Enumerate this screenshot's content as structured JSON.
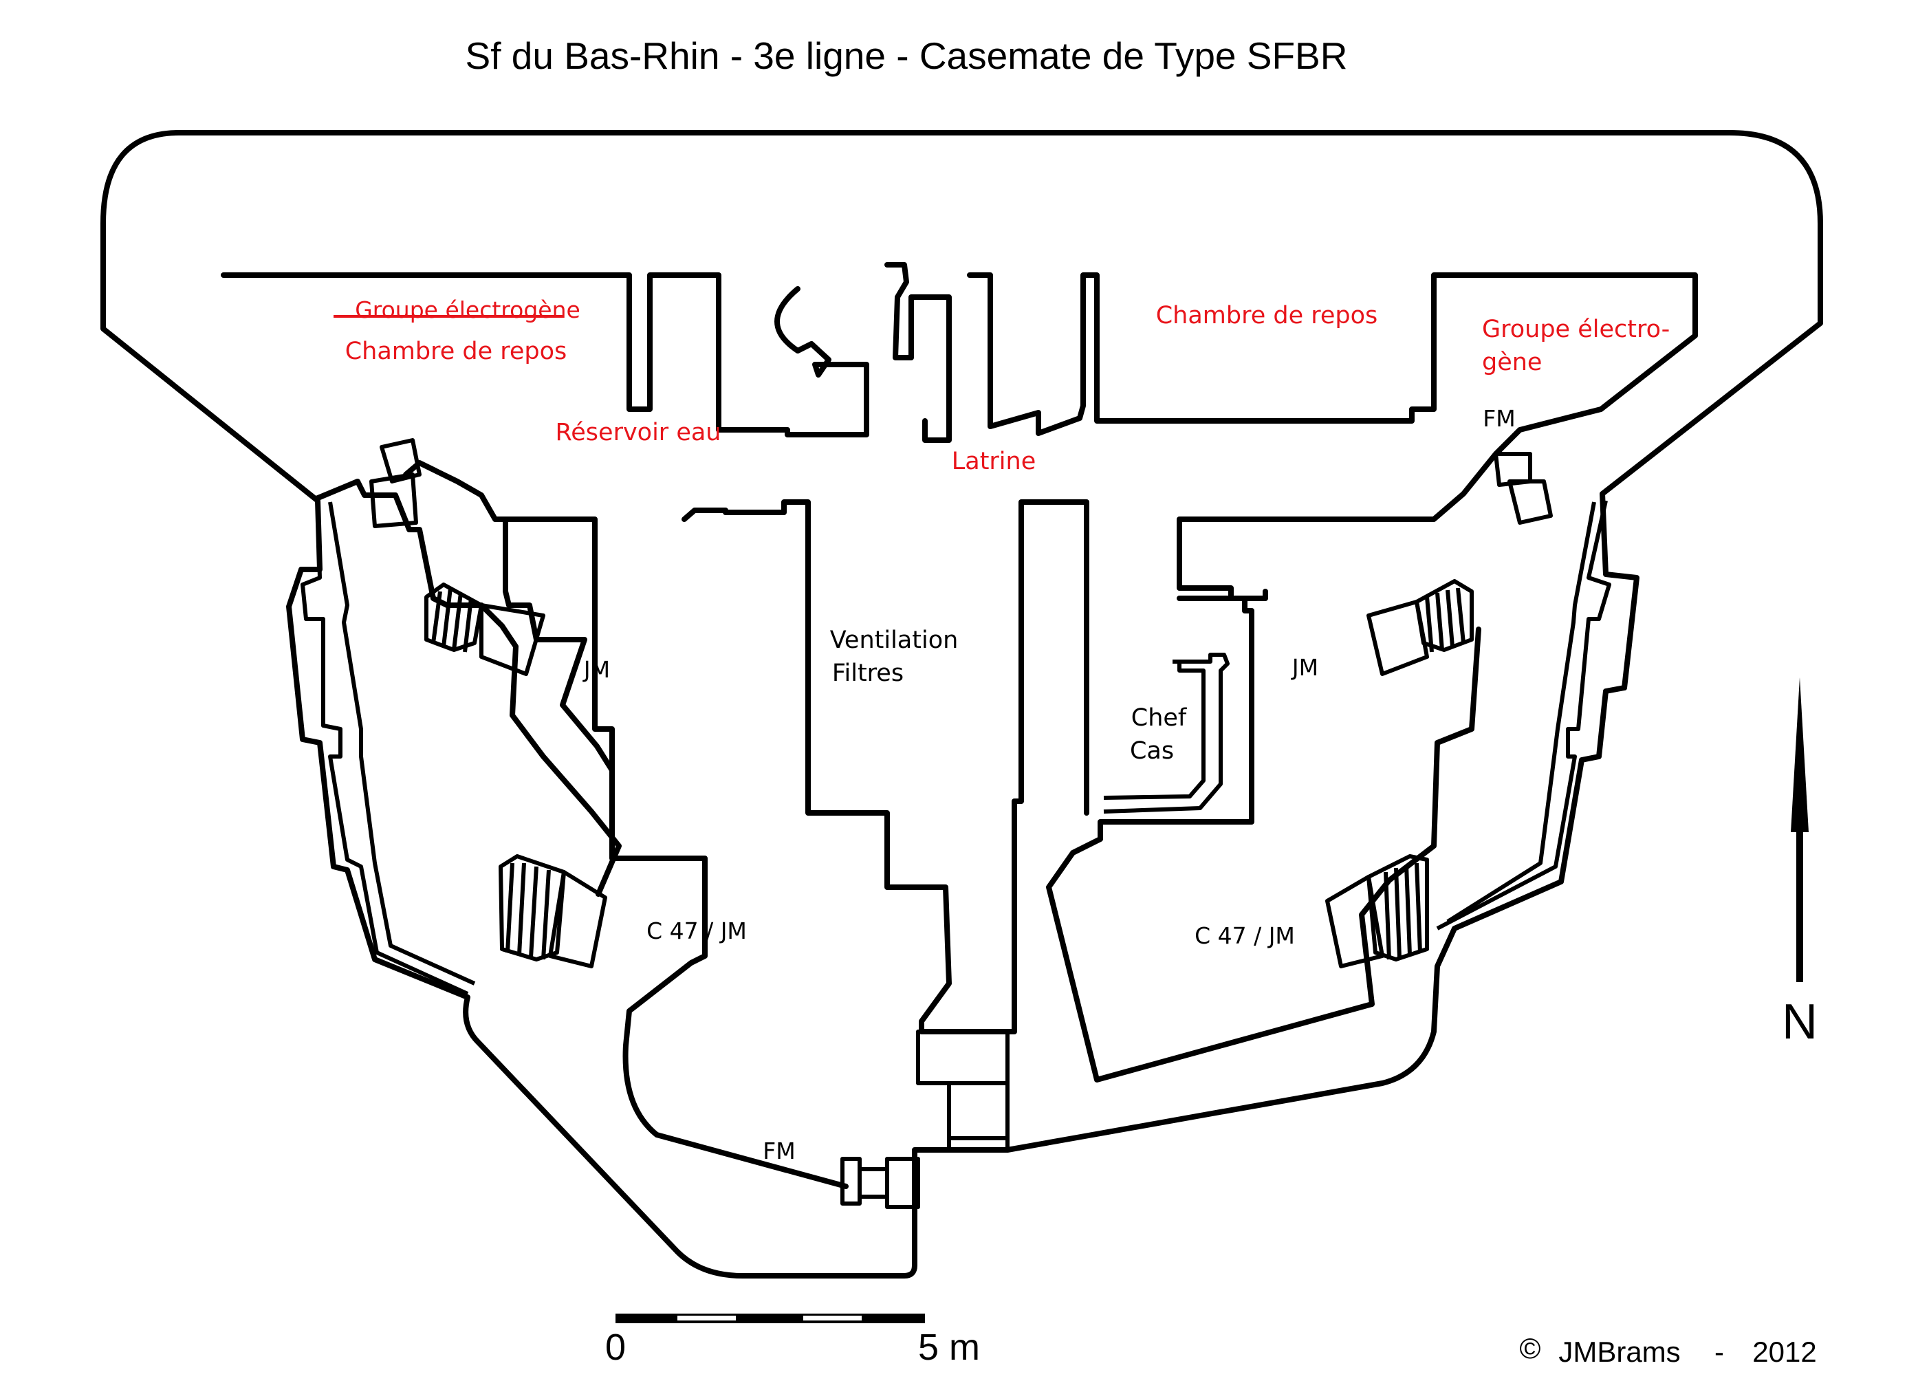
{
  "title": "Sf du Bas-Rhin - 3e ligne - Casemate de Type SFBR",
  "labels": {
    "groupe_left_struck": "Groupe électrogène",
    "chambre_left": "Chambre de repos",
    "reservoir": "Réservoir eau",
    "latrine": "Latrine",
    "chambre_right": "Chambre de repos",
    "groupe_right_1": "Groupe électro-",
    "groupe_right_2": "gène",
    "fm_right": "FM",
    "jm_left": "JM",
    "jm_right": "JM",
    "ventilation_1": "Ventilation",
    "ventilation_2": "Filtres",
    "chef_1": "Chef",
    "chef_2": "Cas",
    "c47_left": "C 47 / JM",
    "c47_right": "C 47 / JM",
    "fm_bottom": "FM"
  },
  "scale": {
    "start": "0",
    "end": "5 m"
  },
  "north": "N",
  "credit": {
    "symbol": "©",
    "author": "JMBrams",
    "separator": "-",
    "year": "2012"
  },
  "colors": {
    "walls": "#000000",
    "annotations": "#e8151b",
    "background": "#ffffff"
  }
}
